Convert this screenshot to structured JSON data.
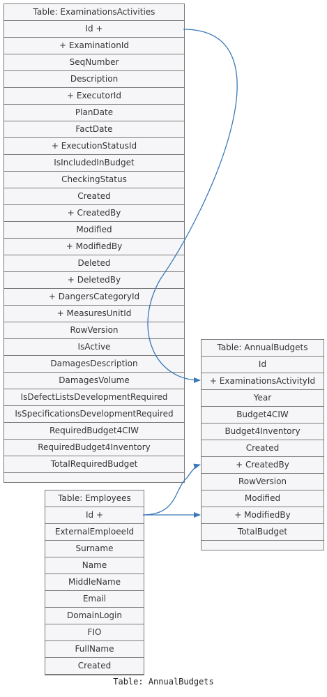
{
  "colors": {
    "connector": "#3a78b8",
    "border": "#7a7a7a",
    "row_bg": "#f6f6f8"
  },
  "tables": {
    "examinations_activities": {
      "title": "Table: ExaminationsActivities",
      "rows": [
        "Id +",
        "+ ExaminationId",
        "SeqNumber",
        "Description",
        "+ ExecutorId",
        "PlanDate",
        "FactDate",
        "+ ExecutionStatusId",
        "IsIncludedInBudget",
        "CheckingStatus",
        "Created",
        "+ CreatedBy",
        "Modified",
        "+ ModifiedBy",
        "Deleted",
        "+ DeletedBy",
        "+ DangersCategoryId",
        "+ MeasuresUnitId",
        "RowVersion",
        "IsActive",
        "DamagesDescription",
        "DamagesVolume",
        "IsDefectListsDevelopmentRequired",
        "IsSpecificationsDevelopmentRequired",
        "RequiredBudget4CIW",
        "RequiredBudget4Inventory",
        "TotalRequiredBudget"
      ]
    },
    "annual_budgets": {
      "title": "Table: AnnualBudgets",
      "rows": [
        "Id",
        "+ ExaminationsActivityId",
        "Year",
        "Budget4CIW",
        "Budget4Inventory",
        "Created",
        "+ CreatedBy",
        "RowVersion",
        "Modified",
        "+ ModifiedBy",
        "TotalBudget"
      ]
    },
    "employees": {
      "title": "Table: Employees",
      "rows": [
        "Id +",
        "ExternalEmploeeId",
        "Surname",
        "Name",
        "MiddleName",
        "Email",
        "DomainLogin",
        "FIO",
        "FullName",
        "Created"
      ]
    }
  },
  "caption": "Table: AnnualBudgets"
}
